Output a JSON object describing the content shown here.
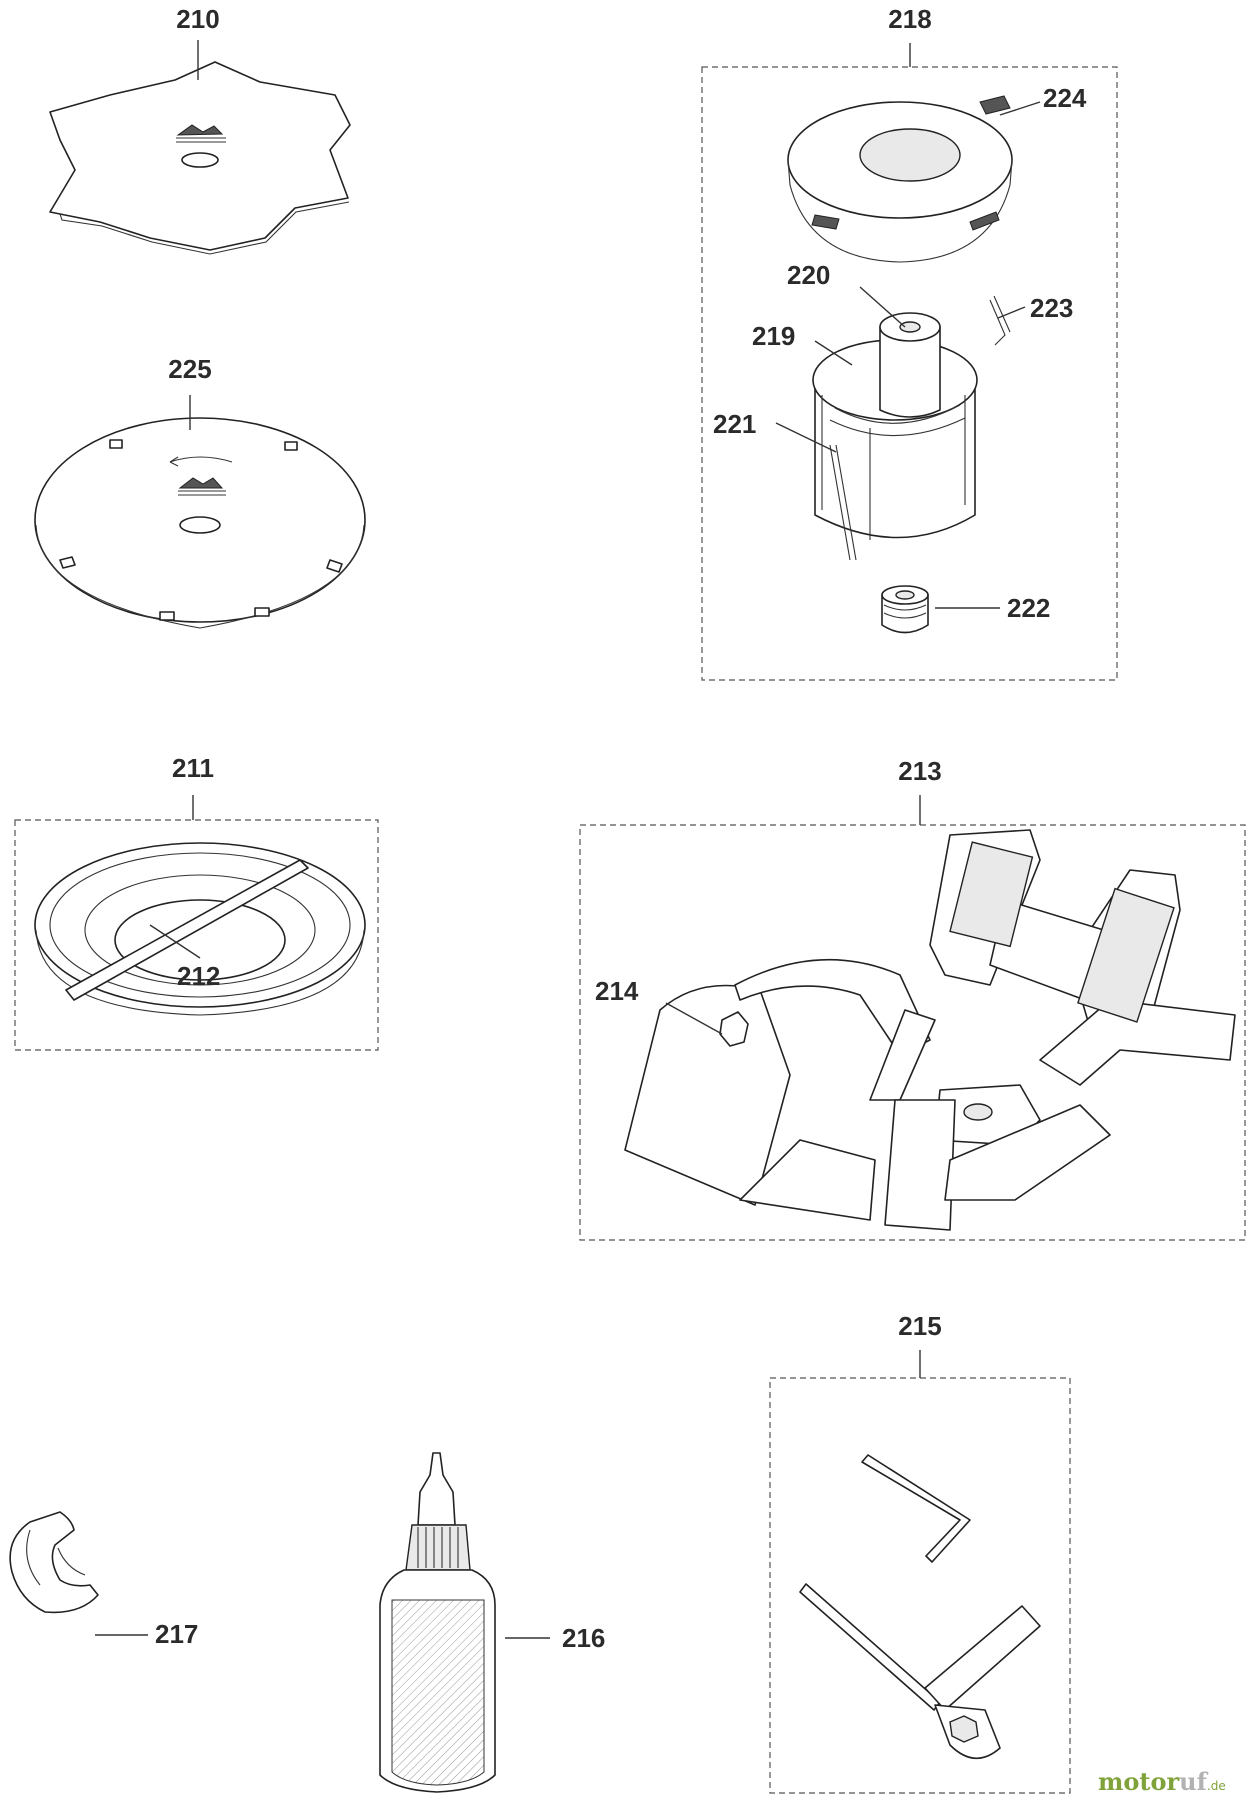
{
  "callouts": {
    "p210": "210",
    "p218": "218",
    "p224": "224",
    "p220": "220",
    "p223": "223",
    "p219": "219",
    "p221": "221",
    "p222": "222",
    "p225": "225",
    "p211": "211",
    "p212": "212",
    "p213": "213",
    "p214": "214",
    "p215": "215",
    "p216": "216",
    "p217": "217"
  },
  "watermark": {
    "part_a": "motor",
    "part_b": "uf",
    "suffix": ".de"
  }
}
